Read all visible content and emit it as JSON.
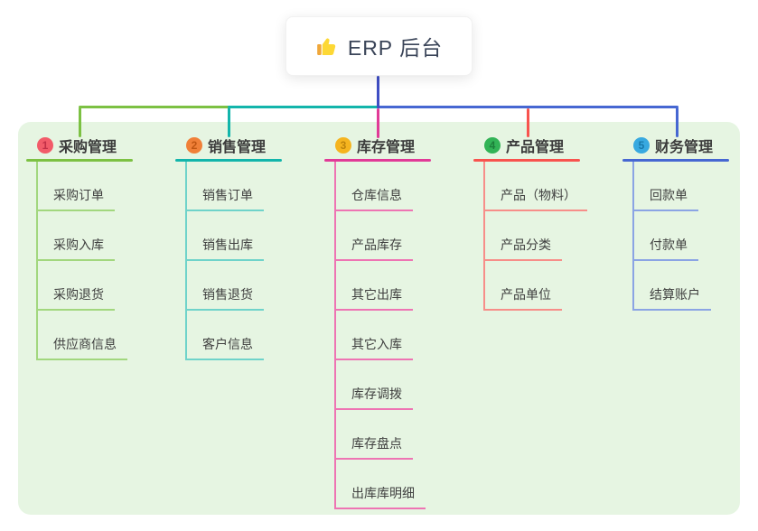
{
  "root": {
    "title": "ERP 后台",
    "icon": "thumbs-up-icon",
    "icon_colors": {
      "hand": "#fdd835",
      "sleeve": "#f0a73a"
    }
  },
  "panel": {
    "background": "#e6f5e2"
  },
  "connectors": {
    "root_stem_color": "#3f4ec4"
  },
  "branches": [
    {
      "index": "1",
      "title": "采购管理",
      "badge_color": "#f25b69",
      "badge_text_color": "#c22f47",
      "line_color": "#7cc143",
      "sub_line_color": "#a2d77e",
      "items": [
        "采购订单",
        "采购入库",
        "采购退货",
        "供应商信息"
      ]
    },
    {
      "index": "2",
      "title": "销售管理",
      "badge_color": "#f08038",
      "badge_text_color": "#bf5512",
      "line_color": "#13b5ab",
      "sub_line_color": "#6fd3ca",
      "items": [
        "销售订单",
        "销售出库",
        "销售退货",
        "客户信息"
      ]
    },
    {
      "index": "3",
      "title": "库存管理",
      "badge_color": "#f5b41f",
      "badge_text_color": "#bd830c",
      "line_color": "#e13a97",
      "sub_line_color": "#ee74b3",
      "items": [
        "仓库信息",
        "产品库存",
        "其它出库",
        "其它入库",
        "库存调拨",
        "库存盘点",
        "出库库明细"
      ]
    },
    {
      "index": "4",
      "title": "产品管理",
      "badge_color": "#32b356",
      "badge_text_color": "#1c7e3a",
      "line_color": "#f8534e",
      "sub_line_color": "#f78e89",
      "items": [
        "产品（物料）",
        "产品分类",
        "产品单位"
      ]
    },
    {
      "index": "5",
      "title": "财务管理",
      "badge_color": "#38a9e0",
      "badge_text_color": "#1878aa",
      "line_color": "#4667d2",
      "sub_line_color": "#8ba4e4",
      "items": [
        "回款单",
        "付款单",
        "结算账户"
      ]
    }
  ]
}
